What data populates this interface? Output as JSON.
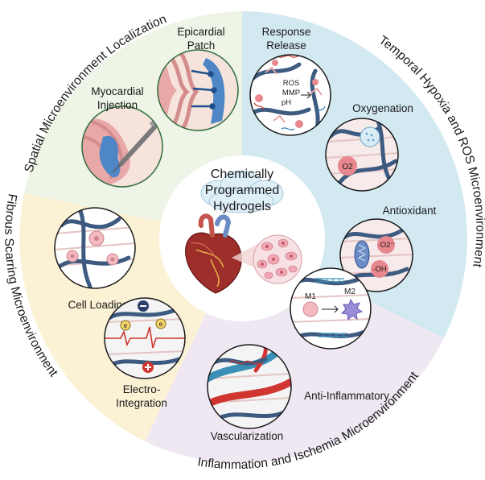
{
  "center": {
    "title_lines": [
      "Chemically",
      "Programmed",
      "Hydrogels"
    ]
  },
  "arcs": {
    "top_left": "Spatial Microenvironment Localization",
    "right": "Temporal Hypoxia and ROS Microenvironment",
    "bottom": "Inflammation and Ischemia Microenvironment",
    "left": "Fibrous Scarring Microenvironment"
  },
  "panels": {
    "epicardial_patch": [
      "Epicardial",
      "Patch"
    ],
    "myocardial_injection": [
      "Myocardial",
      "Injection"
    ],
    "response_release": [
      "Response",
      "Release"
    ],
    "response_release_triggers": [
      "ROS",
      "MMP",
      "pH"
    ],
    "oxygenation": "Oxygenation",
    "oxygenation_label": "O2",
    "antioxidant": "Antioxidant",
    "antioxidant_species": [
      "·O2⁻",
      "·OH"
    ],
    "cell_loading": "Cell Loading",
    "electro_integration": [
      "Electro-",
      "Integration"
    ],
    "electron_label": "e",
    "anti_inflammatory": "Anti-Inflammatory",
    "macrophage_labels": [
      "M1",
      "M2"
    ],
    "vascularization": "Vascularization"
  },
  "colors": {
    "sector_green": "#eef4e6",
    "sector_blue": "#d3e9f2",
    "sector_purple": "#efe7f2",
    "sector_yellow": "#fbf2d6",
    "hydrogel_fiber": "#3d5a80",
    "circle_border": "#2f6b3a",
    "tissue_pink": "#e8a8a8"
  }
}
